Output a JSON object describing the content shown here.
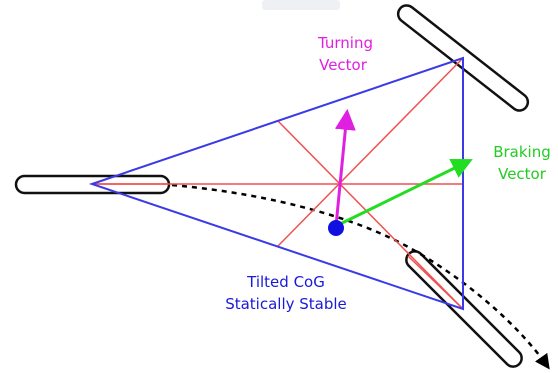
{
  "labels": {
    "turning": [
      "Turning",
      "Vector"
    ],
    "braking": [
      "Braking",
      "Vector"
    ],
    "cog": [
      "Tilted CoG",
      "Statically Stable"
    ]
  },
  "colors": {
    "triangle": "#3a3ae8",
    "construction": "#f05050",
    "turning": "#e020e0",
    "braking": "#22dd22",
    "cog": "#1010e0",
    "path": "#000000",
    "wheel": "#111111",
    "cog_text": "#1a1ad8"
  },
  "icons": {
    "cog": "center-of-gravity-dot",
    "wheels": "wheel-outline"
  }
}
